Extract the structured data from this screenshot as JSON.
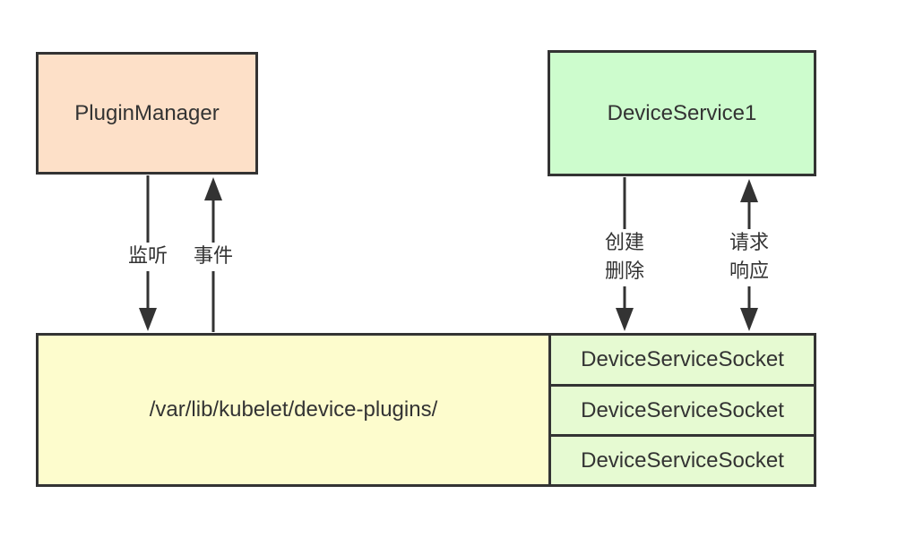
{
  "colors": {
    "plugin_manager_fill": "#fde0c8",
    "device_service_fill": "#cdfccd",
    "directory_fill": "#fdfccd",
    "socket_fill": "#e6fad2",
    "stroke": "#333333"
  },
  "nodes": {
    "plugin_manager": "PluginManager",
    "device_service": "DeviceService1",
    "directory": "/var/lib/kubelet/device-plugins/",
    "sockets": [
      "DeviceServiceSocket",
      "DeviceServiceSocket",
      "DeviceServiceSocket"
    ]
  },
  "edges": {
    "watch": "监听",
    "event": "事件",
    "create_line1": "创建",
    "create_line2": "删除",
    "request_line1": "请求",
    "request_line2": "响应"
  }
}
